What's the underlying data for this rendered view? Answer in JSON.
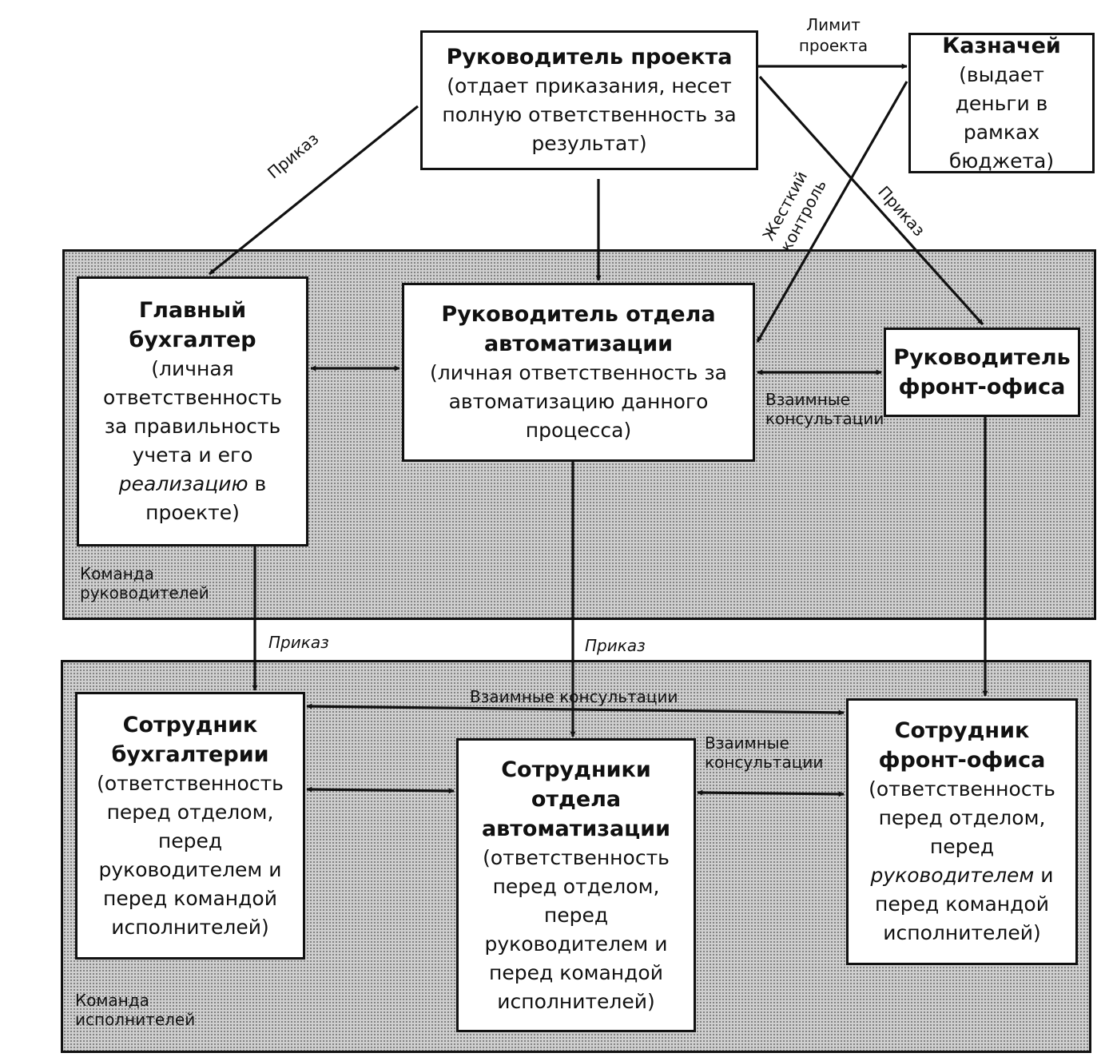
{
  "panels": {
    "managers": {
      "label": "Команда руководителей"
    },
    "executors": {
      "label": "Команда исполнителей"
    }
  },
  "boxes": {
    "project_manager": {
      "title": "Руководитель проекта",
      "desc": "(отдает приказания, несет полную ответственность за результат)"
    },
    "treasurer": {
      "title": "Казначей",
      "desc": "(выдает деньги в рамках бюджета)"
    },
    "chief_accountant": {
      "title": "Главный бухгалтер",
      "desc_a": "(личная ответственность за правильность учета и его",
      "desc_em": "реализацию",
      "desc_b": "в проекте)"
    },
    "automation_head": {
      "title": "Руководитель отдела автоматизации",
      "desc": "(личная ответственность за автоматизацию данного процесса)"
    },
    "front_office_head": {
      "title": "Руководитель фронт-офиса"
    },
    "accounting_staff": {
      "title": "Сотрудник бухгалтерии",
      "desc": "(ответственность перед отделом, перед руководителем и перед командой исполнителей)"
    },
    "automation_staff": {
      "title": "Сотрудники отдела автоматизации",
      "desc": "(ответственность перед отделом, перед руководителем и перед командой исполнителей)"
    },
    "front_office_staff": {
      "title": "Сотрудник фронт-офиса",
      "desc_a": "(ответственность перед отделом, перед",
      "desc_em": "руководителем",
      "desc_b": "и перед командой исполнителей)"
    }
  },
  "labels": {
    "project_limit": "Лимит проекта",
    "order_left": "Приказ",
    "order_right": "Приказ",
    "strict_control": "Жесткий контроль",
    "mutual_consult_top": "Взаимные консультации",
    "order_chief": "Приказ",
    "order_automation": "Приказ",
    "mutual_consult_wide": "Взаимные консультации",
    "mutual_consult_bottom": "Взаимные консультации"
  }
}
